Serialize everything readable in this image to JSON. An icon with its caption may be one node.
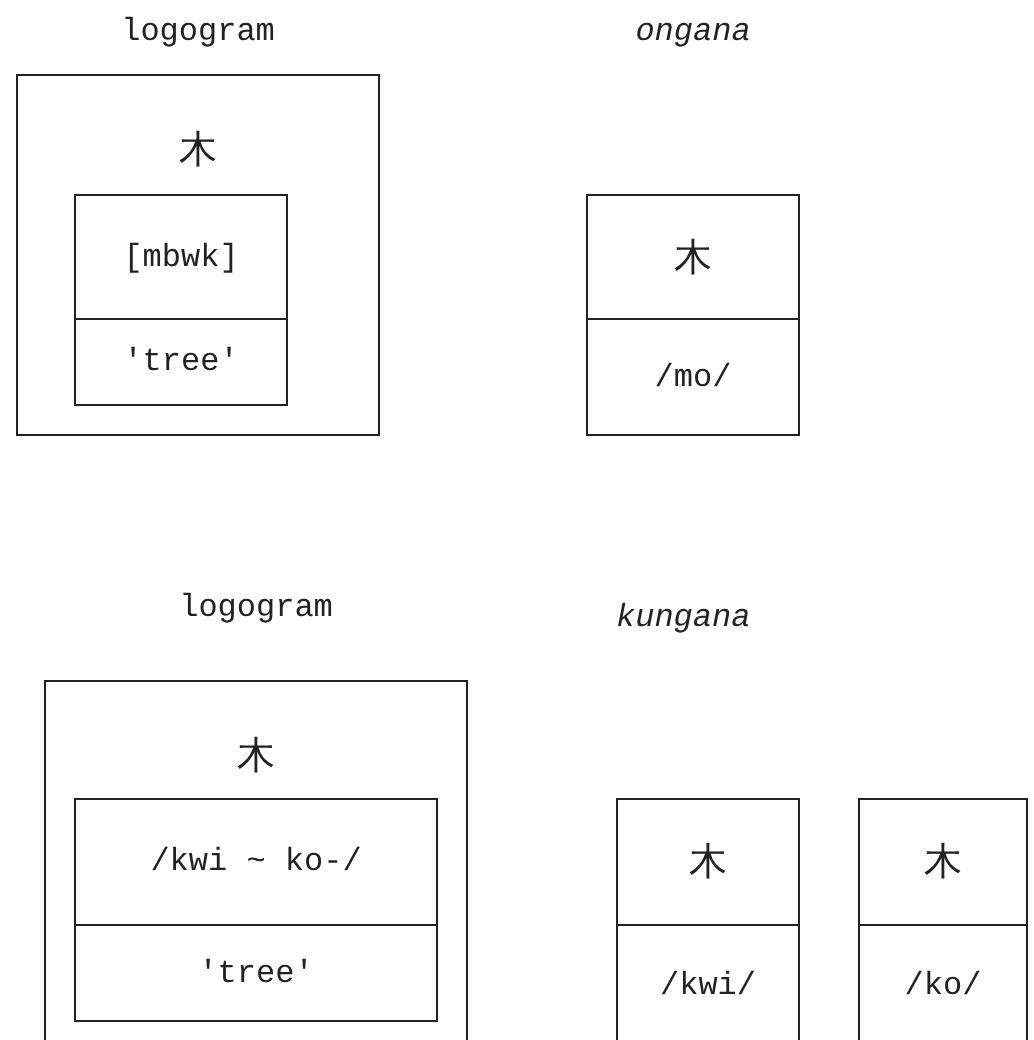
{
  "diagram": {
    "nodes": [
      {
        "text": [
          "logogram",
          "木"
        ]
      },
      {
        "text": [
          "[mbwk]",
          "'tree'"
        ],
        "in": 0
      },
      {
        "text": [
          "ongana",
          "木",
          "/mo/"
        ]
      },
      {
        "text": [
          "logogram",
          "木"
        ]
      },
      {
        "text": [
          "/kwi ~ ko-/",
          "'tree'"
        ],
        "in": 3
      },
      {
        "text": [
          "木",
          "/kwi/"
        ]
      },
      {
        "text": [
          "木",
          "/ko/"
        ]
      }
    ],
    "edges": [],
    "labels": [
      "kungana"
    ]
  }
}
